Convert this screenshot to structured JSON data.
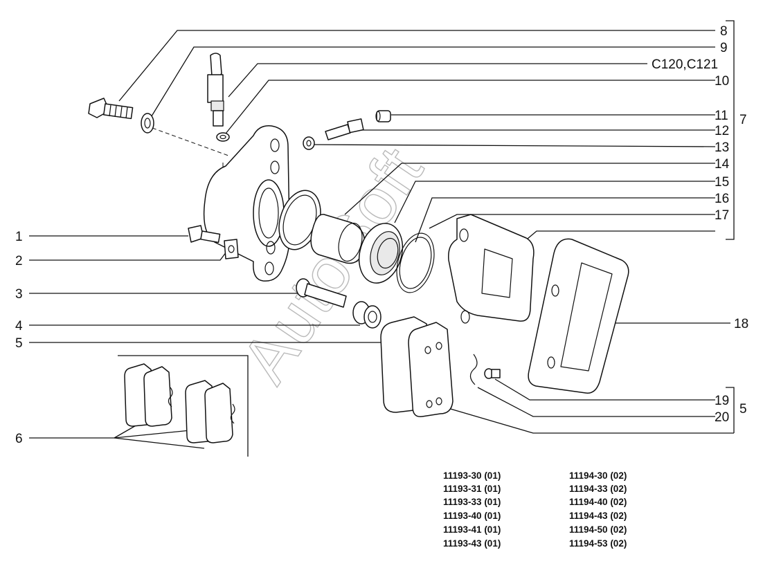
{
  "watermark": "AutoSoft",
  "callouts": {
    "c1": "1",
    "c2": "2",
    "c3": "3",
    "c4": "4",
    "c5": "5",
    "c6": "6",
    "c7": "7",
    "c8": "8",
    "c9": "9",
    "c10": "10",
    "c11": "11",
    "c12": "12",
    "c13": "13",
    "c14": "14",
    "c15": "15",
    "c16": "16",
    "c17": "17",
    "c18": "18",
    "c19": "19",
    "c20": "20",
    "c5_group": "5",
    "sensor": "C120,C121"
  },
  "applicability": {
    "left": [
      "11193-30 (01)",
      "11193-31 (01)",
      "11193-33 (01)",
      "11193-40 (01)",
      "11193-41 (01)",
      "11193-43 (01)"
    ],
    "right": [
      "11194-30 (02)",
      "11194-33 (02)",
      "11194-40 (02)",
      "11194-43 (02)",
      "11194-50 (02)",
      "11194-53 (02)"
    ]
  }
}
